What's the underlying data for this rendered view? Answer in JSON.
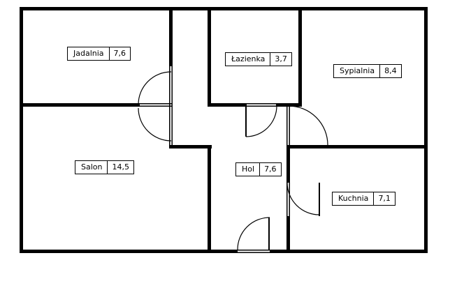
{
  "plan": {
    "rooms": [
      {
        "name": "Jadalnia",
        "area": "7,6"
      },
      {
        "name": "Łazienka",
        "area": "3,7"
      },
      {
        "name": "Sypialnia",
        "area": "8,4"
      },
      {
        "name": "Salon",
        "area": "14,5"
      },
      {
        "name": "Hol",
        "area": "7,6"
      },
      {
        "name": "Kuchnia",
        "area": "7,1"
      }
    ],
    "colors": {
      "wall": "#000000",
      "background": "#ffffff"
    }
  }
}
